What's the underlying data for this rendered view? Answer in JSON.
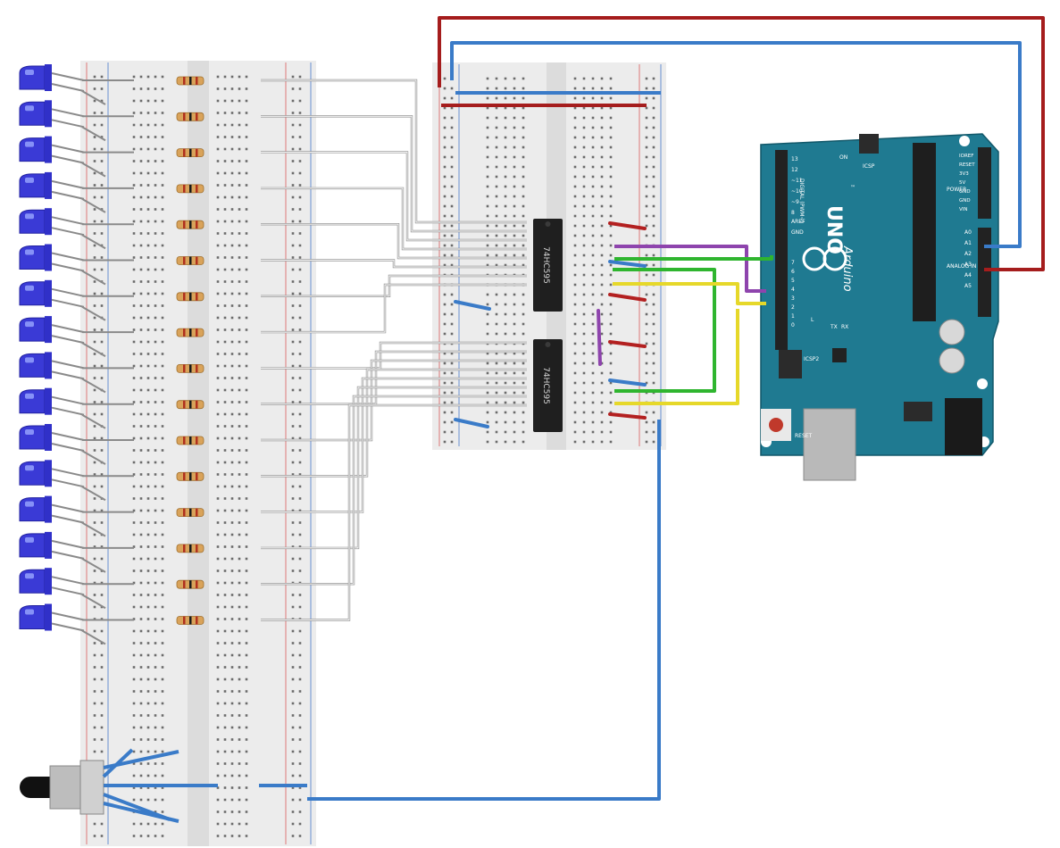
{
  "chips": [
    {
      "label": "74HC595"
    },
    {
      "label": "74HC595"
    }
  ],
  "arduino": {
    "logo_text": "UNO",
    "brand_text": "Arduino",
    "trademark": "™",
    "digital_header": "DIGITAL (PWM~)",
    "aref": "AREF",
    "gnd": "GND",
    "tx": "TX",
    "rx": "RX",
    "on_label": "ON",
    "l_label": "L",
    "icsp": "ICSP",
    "icsp2": "ICSP2",
    "reset": "RESET",
    "power": "POWER",
    "analog_in": "ANALOG IN",
    "left_pins": [
      "7",
      "6",
      "5",
      "4",
      "3",
      "2",
      "1",
      "0"
    ],
    "top_pins": [
      "13",
      "12",
      "~11",
      "~10",
      "~9",
      "8"
    ],
    "power_pins": [
      "IOREF",
      "RESET",
      "3V3",
      "5V",
      "GND",
      "GND",
      "VIN"
    ],
    "analog_pins": [
      "A0",
      "A1",
      "A2",
      "A3",
      "A4",
      "A5"
    ]
  },
  "led_count": 16,
  "wire_colors": {
    "power": "#a51d1d",
    "ground": "#3a7bc8",
    "data": "#8e44ad",
    "clock": "#2fb52f",
    "latch": "#e6d82a",
    "signal": "#9a9a9a",
    "led": "#3a3ad6"
  }
}
